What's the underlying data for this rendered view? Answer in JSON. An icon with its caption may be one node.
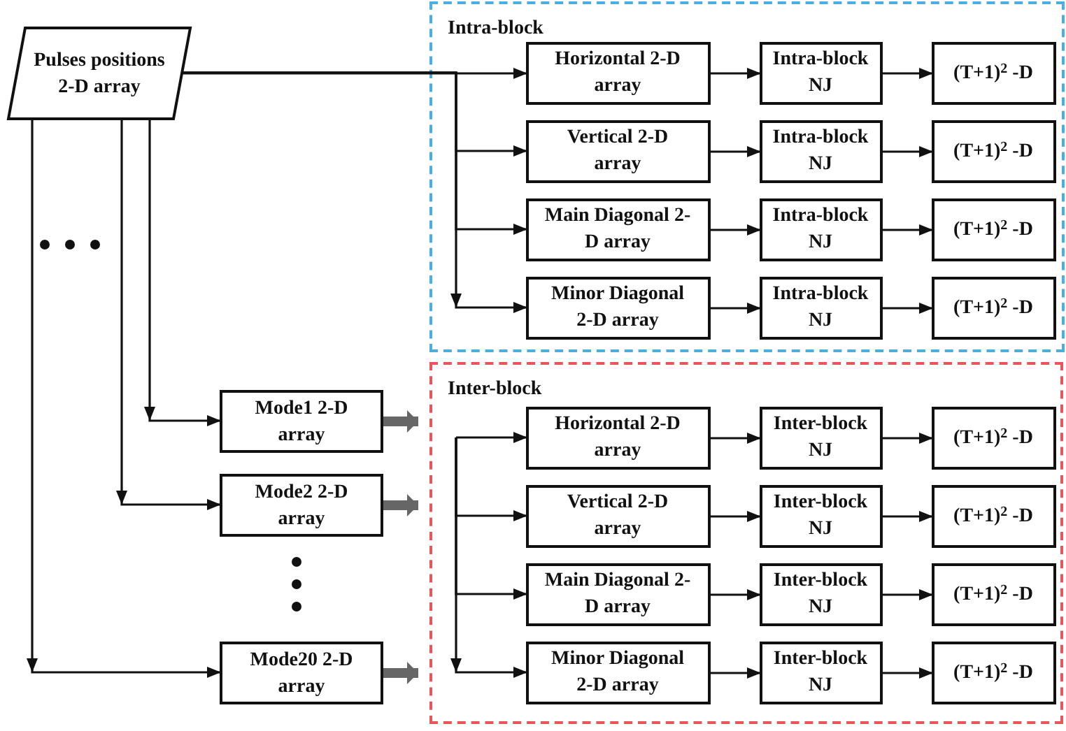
{
  "diagram": {
    "nodes": [
      {
        "text": [
          "Pulses positions 2-D array"
        ]
      },
      {
        "text": [
          "Intra-block"
        ]
      },
      {
        "text": [
          "Horizontal 2-D array"
        ],
        "in": 1
      },
      {
        "text": [
          "Intra-block NJ"
        ],
        "in": 1
      },
      {
        "text": [
          "(T+1)$^{2}$ -D"
        ],
        "in": 1
      },
      {
        "text": [
          "Vertical 2-D array"
        ],
        "in": 1
      },
      {
        "text": [
          "Intra-block NJ"
        ],
        "in": 1
      },
      {
        "text": [
          "(T+1)$^{2}$ -D"
        ],
        "in": 1
      },
      {
        "text": [
          "Main Diagonal 2-D array"
        ],
        "in": 1
      },
      {
        "text": [
          "Intra-block NJ"
        ],
        "in": 1
      },
      {
        "text": [
          "(T+1)$^{2}$ -D"
        ],
        "in": 1
      },
      {
        "text": [
          "Minor Diagonal 2-D array"
        ],
        "in": 1
      },
      {
        "text": [
          "Intra-block NJ"
        ],
        "in": 1
      },
      {
        "text": [
          "(T+1)$^{2}$ -D"
        ],
        "in": 1
      },
      {
        "text": [
          "Mode1 2-D array"
        ]
      },
      {
        "text": [
          "Mode2 2-D array"
        ]
      },
      {
        "text": [
          "Mode20 2-D array"
        ]
      },
      {
        "text": [
          "Inter-block"
        ]
      },
      {
        "text": [
          "Horizontal 2-D array"
        ],
        "in": 17
      },
      {
        "text": [
          "Inter-block NJ"
        ],
        "in": 17
      },
      {
        "text": [
          "(T+1)$^{2}$ -D"
        ],
        "in": 17
      },
      {
        "text": [
          "Vertical 2-D array"
        ],
        "in": 17
      },
      {
        "text": [
          "Inter-block NJ"
        ],
        "in": 17
      },
      {
        "text": [
          "(T+1)$^{2}$ -D"
        ],
        "in": 17
      },
      {
        "text": [
          "Main Diagonal 2-D array"
        ],
        "in": 17
      },
      {
        "text": [
          "Inter-block NJ"
        ],
        "in": 17
      },
      {
        "text": [
          "(T+1)$^{2}$ -D"
        ],
        "in": 17
      },
      {
        "text": [
          "Minor Diagonal 2-D array"
        ],
        "in": 17
      },
      {
        "text": [
          "Inter-block NJ"
        ],
        "in": 17
      },
      {
        "text": [
          "(T+1)$^{2}$ -D"
        ],
        "in": 17
      }
    ],
    "edges": [
      {
        "from": 0,
        "to": 2,
        "arrow": "to"
      },
      {
        "from": 0,
        "to": 5,
        "arrow": "to"
      },
      {
        "from": 0,
        "to": 8,
        "arrow": "to"
      },
      {
        "from": 0,
        "to": 11,
        "arrow": "to"
      },
      {
        "from": 2,
        "to": 3,
        "arrow": "to"
      },
      {
        "from": 3,
        "to": 4,
        "arrow": "to"
      },
      {
        "from": 5,
        "to": 6,
        "arrow": "to"
      },
      {
        "from": 6,
        "to": 7,
        "arrow": "to"
      },
      {
        "from": 8,
        "to": 9,
        "arrow": "to"
      },
      {
        "from": 9,
        "to": 10,
        "arrow": "to"
      },
      {
        "from": 11,
        "to": 12,
        "arrow": "to"
      },
      {
        "from": 12,
        "to": 13,
        "arrow": "to"
      },
      {
        "from": 0,
        "to": 14,
        "arrow": "to"
      },
      {
        "from": 0,
        "to": 15,
        "arrow": "to"
      },
      {
        "from": 0,
        "to": 16,
        "arrow": "to"
      },
      {
        "from": 14,
        "to": 17,
        "arrow": "to",
        "style": "thick",
        "color": "#666666"
      },
      {
        "from": 15,
        "to": 17,
        "arrow": "to",
        "style": "thick",
        "color": "#666666"
      },
      {
        "from": 16,
        "to": 17,
        "arrow": "to",
        "style": "thick",
        "color": "#666666"
      },
      {
        "from": null,
        "to": 18,
        "arrow": "to"
      },
      {
        "from": null,
        "to": 21,
        "arrow": "to"
      },
      {
        "from": null,
        "to": 24,
        "arrow": "to"
      },
      {
        "from": null,
        "to": 27,
        "arrow": "to"
      },
      {
        "from": 18,
        "to": 19,
        "arrow": "to"
      },
      {
        "from": 19,
        "to": 20,
        "arrow": "to"
      },
      {
        "from": 21,
        "to": 22,
        "arrow": "to"
      },
      {
        "from": 22,
        "to": 23,
        "arrow": "to"
      },
      {
        "from": 24,
        "to": 25,
        "arrow": "to"
      },
      {
        "from": 25,
        "to": 26,
        "arrow": "to"
      },
      {
        "from": 27,
        "to": 28,
        "arrow": "to"
      },
      {
        "from": 28,
        "to": 29,
        "arrow": "to"
      }
    ]
  }
}
